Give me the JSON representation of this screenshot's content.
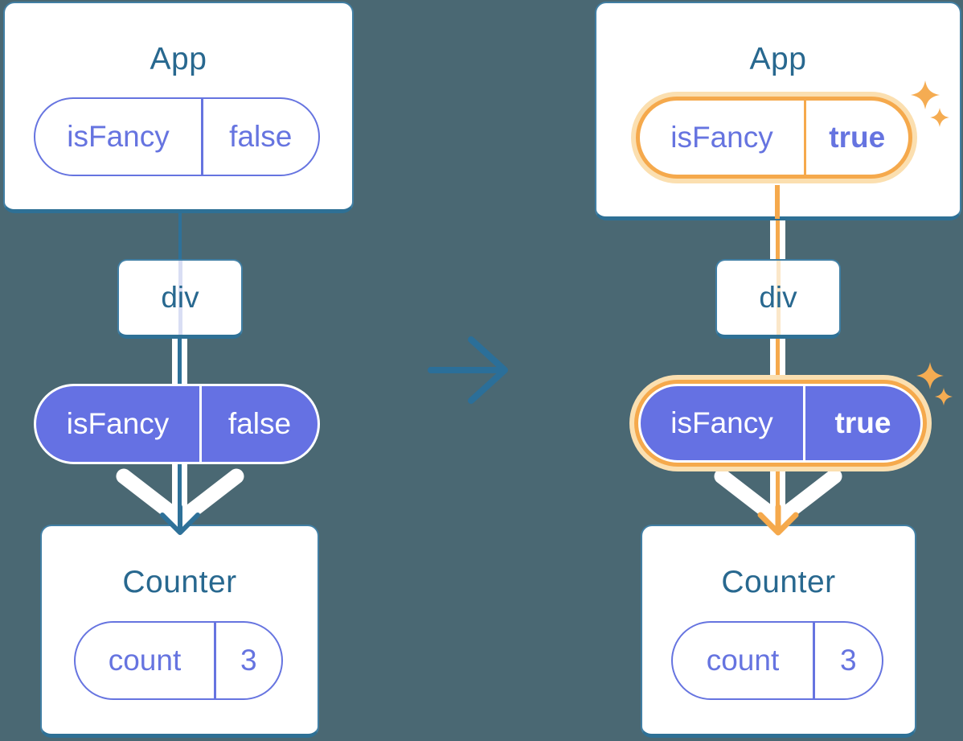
{
  "before": {
    "app": {
      "title": "App",
      "prop_name": "isFancy",
      "prop_value": "false"
    },
    "div": {
      "label": "div"
    },
    "context": {
      "prop_name": "isFancy",
      "prop_value": "false"
    },
    "counter": {
      "title": "Counter",
      "state_name": "count",
      "state_value": "3"
    }
  },
  "after": {
    "app": {
      "title": "App",
      "prop_name": "isFancy",
      "prop_value": "true"
    },
    "div": {
      "label": "div"
    },
    "context": {
      "prop_name": "isFancy",
      "prop_value": "true"
    },
    "counter": {
      "title": "Counter",
      "state_name": "count",
      "state_value": "3"
    }
  },
  "icons": {
    "transition": "arrow-right-icon",
    "highlight": "sparkle-icon",
    "flow": "down-arrow-icon"
  },
  "colors": {
    "background": "#4A6873",
    "card_background": "#FFFFFF",
    "card_border": "#2E7095",
    "title_text": "#28688F",
    "purple_accent": "#6674E0",
    "indigo_fill": "#6571E3",
    "teal_line": "#2E7199",
    "orange_highlight": "#F5A94C",
    "orange_glow": "#FBDFB0",
    "sparkle": "#F5AC52",
    "lavender_line": "#D9DEF4",
    "cream_line": "#FBE7C9"
  }
}
